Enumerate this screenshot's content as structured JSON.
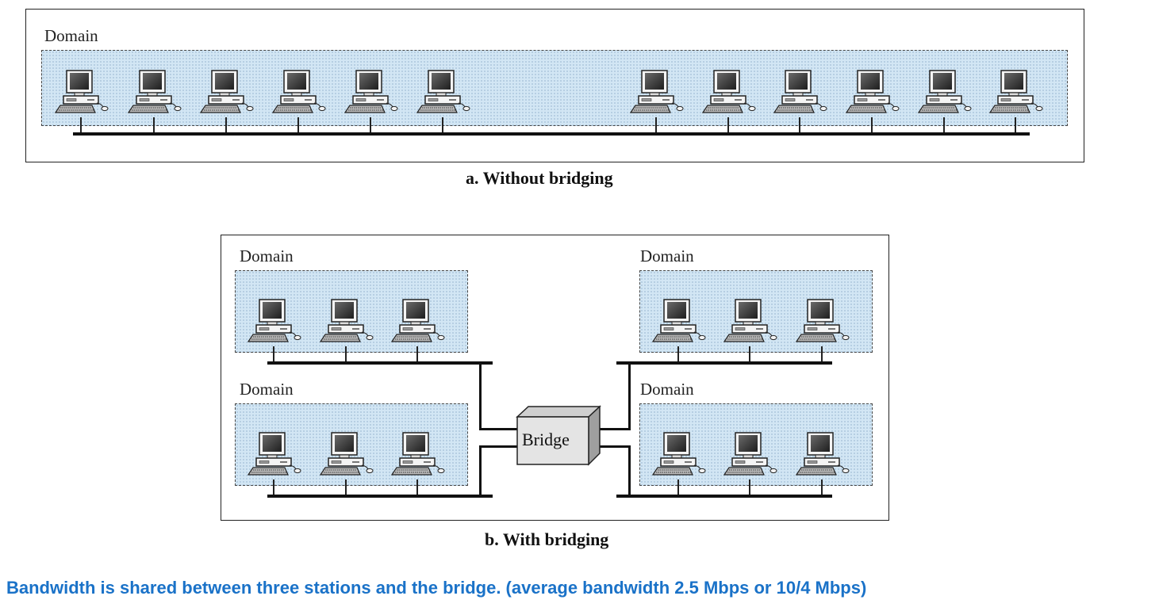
{
  "panel_a": {
    "domain_label": "Domain",
    "caption": "a. Without bridging"
  },
  "panel_b": {
    "domain_labels": [
      "Domain",
      "Domain",
      "Domain",
      "Domain"
    ],
    "bridge_label": "Bridge",
    "caption": "b. With bridging"
  },
  "footnote": "Bandwidth is shared between three stations and the bridge. (average bandwidth 2.5 Mbps or 10/4 Mbps)",
  "icons": {
    "station": "computer-station-icon",
    "bridge": "bridge-box-icon"
  },
  "colors": {
    "domain_fill": "#d2e6f4",
    "footnote_text": "#1a72c8"
  }
}
